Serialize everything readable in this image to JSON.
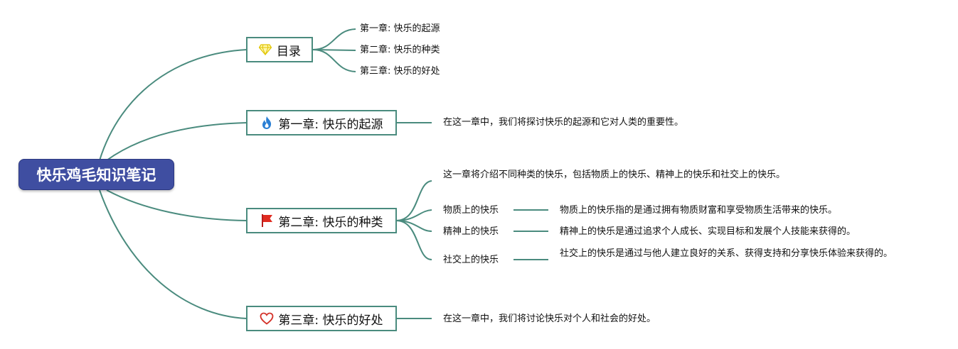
{
  "root": {
    "title": "快乐鸡毛知识笔记"
  },
  "colors": {
    "line": "#4a8b7e",
    "root_bg": "#3f4ea1"
  },
  "topics": [
    {
      "label": "目录",
      "icon": "diamond-icon",
      "children": [
        "第一章: 快乐的起源",
        "第二章: 快乐的种类",
        "第三章: 快乐的好处"
      ]
    },
    {
      "label": "第一章: 快乐的起源",
      "icon": "fire-icon",
      "note": "在这一章中，我们将探讨快乐的起源和它对人类的重要性。"
    },
    {
      "label": "第二章: 快乐的种类",
      "icon": "flag-icon",
      "intro": "这一章将介绍不同种类的快乐，包括物质上的快乐、精神上的快乐和社交上的快乐。",
      "children": [
        {
          "label": "物质上的快乐",
          "desc": "物质上的快乐指的是通过拥有物质财富和享受物质生活带来的快乐。"
        },
        {
          "label": "精神上的快乐",
          "desc": "精神上的快乐是通过追求个人成长、实现目标和发展个人技能来获得的。"
        },
        {
          "label": "社交上的快乐",
          "desc": "社交上的快乐是通过与他人建立良好的关系、获得支持和分享快乐体验来获得的。"
        }
      ]
    },
    {
      "label": "第三章: 快乐的好处",
      "icon": "heart-icon",
      "note": "在这一章中，我们将讨论快乐对个人和社会的好处。"
    }
  ]
}
